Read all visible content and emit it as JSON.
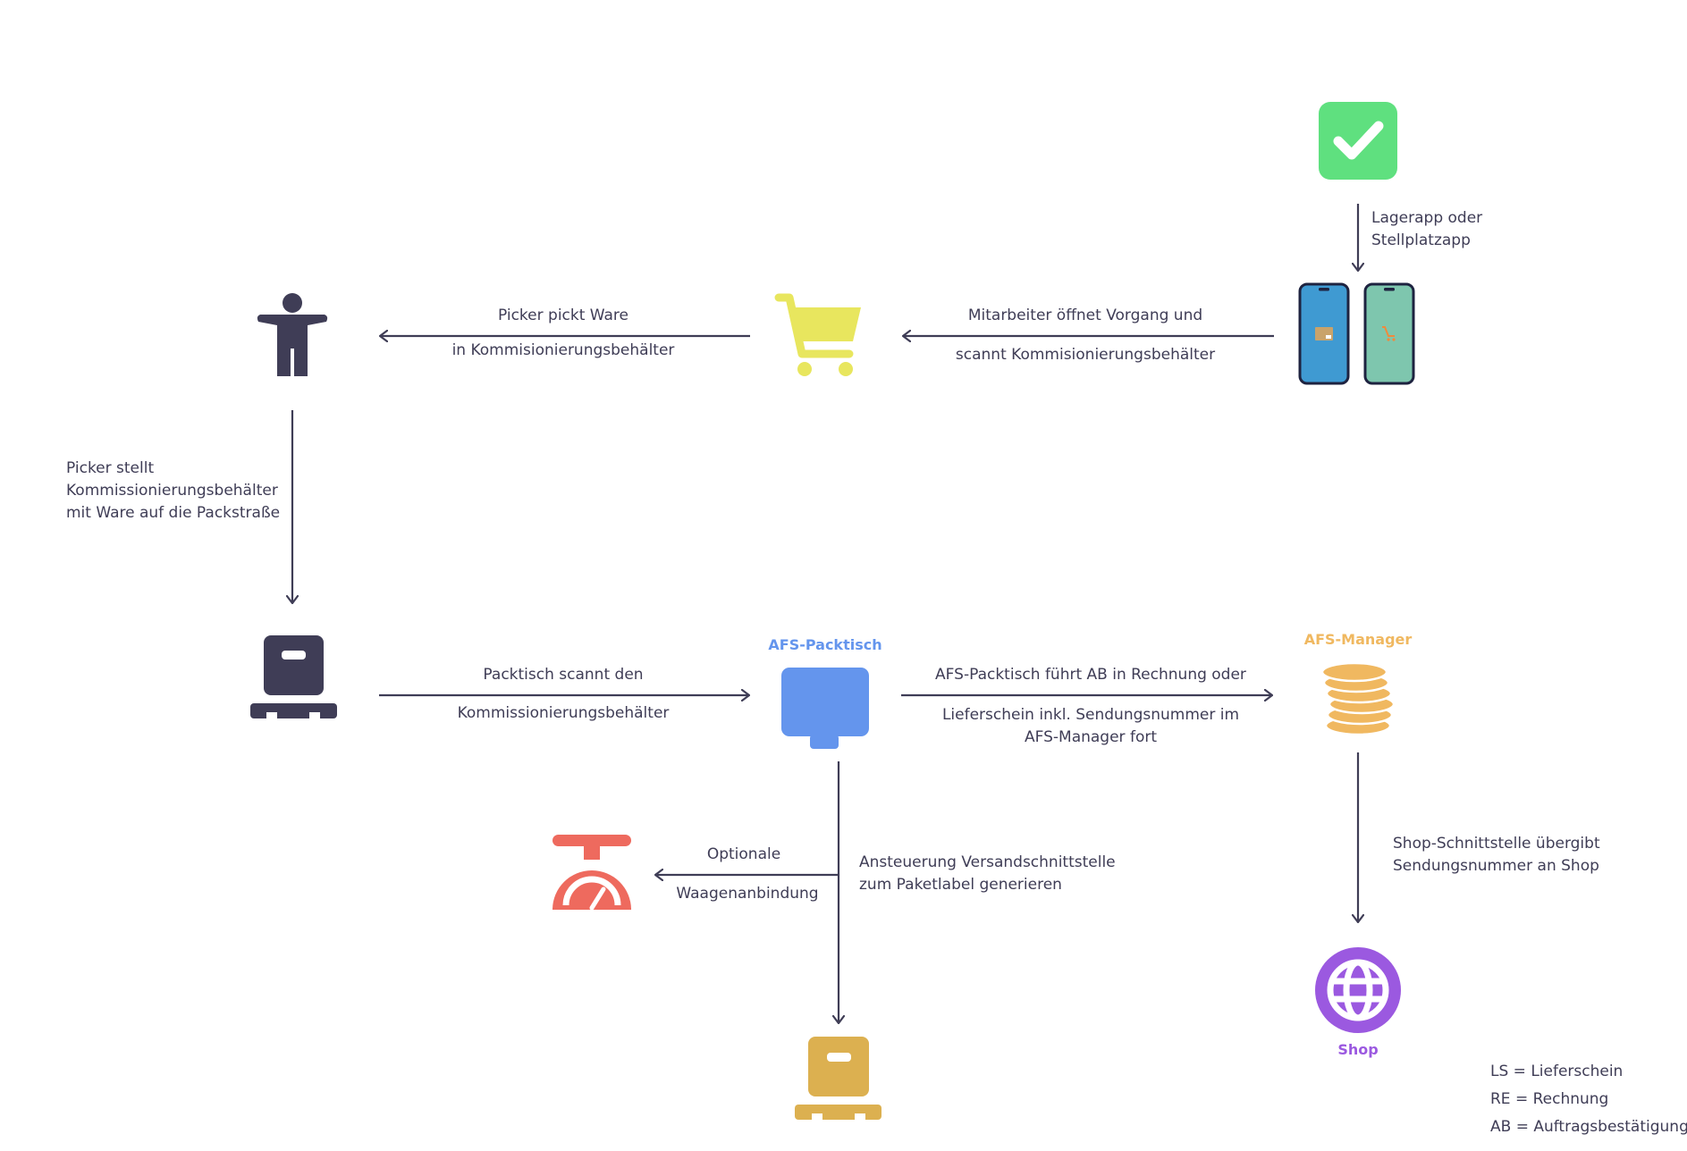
{
  "nodes": {
    "packtisch_title": "AFS-Packtisch",
    "manager_title": "AFS-Manager",
    "shop_title": "Shop"
  },
  "labels": {
    "lagerapp": [
      "Lagerapp oder",
      "Stellplatzapp"
    ],
    "mitarbeiter": [
      "Mitarbeiter öffnet Vorgang und",
      "scannt Kommisionierungsbehälter"
    ],
    "picker_pickt": [
      "Picker pickt Ware",
      "in Kommisionierungsbehälter"
    ],
    "picker_stellt": [
      "Picker stellt",
      "Kommissionierungsbehälter",
      "mit Ware auf die Packstraße"
    ],
    "packtisch_scannt": [
      "Packtisch scannt den",
      "Kommissionierungsbehälter"
    ],
    "afs_fuehrt": [
      "AFS-Packtisch führt AB in Rechnung oder",
      "Lieferschein inkl. Sendungsnummer im",
      "AFS-Manager fort"
    ],
    "waage": [
      "Optionale",
      "Waagenanbindung"
    ],
    "versand": [
      "Ansteuerung Versandschnittstelle",
      "zum Paketlabel generieren"
    ],
    "shop_schnitt": [
      "Shop-Schnittstelle übergibt",
      "Sendungsnummer an Shop"
    ]
  },
  "legend": [
    "LS = Lieferschein",
    "RE = Rechnung",
    "AB = Auftragsbestätigung"
  ],
  "colors": {
    "arrow": "#3f3d56",
    "check": "#5fe07f",
    "phone_left": "#3f9ad2",
    "phone_right": "#7ec6ae",
    "cart": "#e8e65e",
    "person": "#3f3d56",
    "pallet_dark": "#3f3d56",
    "monitor": "#6495ed",
    "coins": "#f0b860",
    "scale": "#ee6a5e",
    "pallet_gold": "#dcb050",
    "globe": "#9b59e0",
    "packtisch_title": "#6495ed",
    "manager_title": "#f0b860",
    "shop_title": "#9b59e0"
  },
  "icons": [
    "check-icon",
    "phones-icon",
    "cart-icon",
    "person-icon",
    "pallet-dark-icon",
    "monitor-icon",
    "coins-icon",
    "scale-icon",
    "pallet-gold-icon",
    "globe-icon"
  ]
}
